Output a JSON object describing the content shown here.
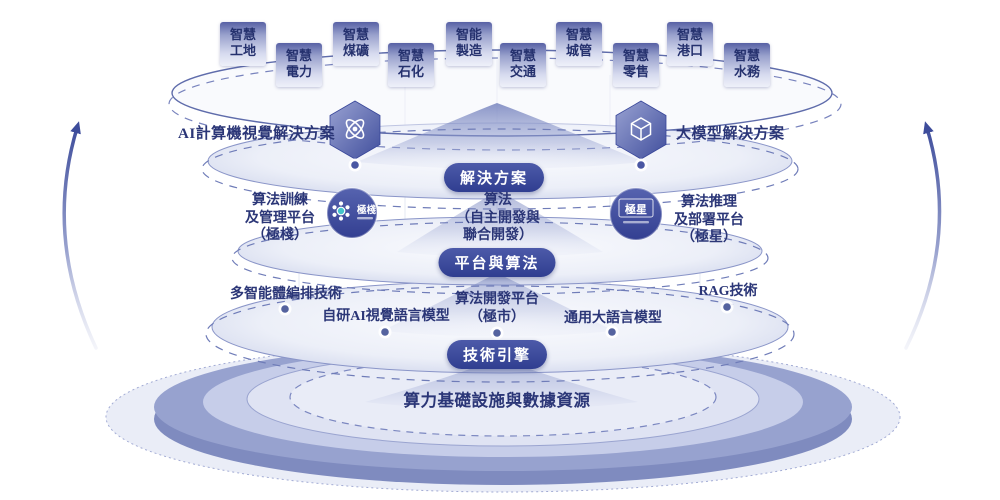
{
  "applications": {
    "items": [
      "智慧工地",
      "智慧電力",
      "智慧煤礦",
      "智慧石化",
      "智能製造",
      "智慧交通",
      "智慧城管",
      "智慧零售",
      "智慧港口",
      "智慧水務"
    ]
  },
  "solutions": {
    "pill": "解決方案",
    "left_label": "AI計算機視覺解決方案",
    "left_icon": "atom-icon",
    "right_label": "大模型解決方案",
    "right_icon": "cube-icon"
  },
  "platforms": {
    "pill": "平台與算法",
    "left": {
      "lines": [
        "算法訓練",
        "及管理平台",
        "（極棧）"
      ],
      "badge": "極棧"
    },
    "center": {
      "lines": [
        "算法",
        "（自主開發與",
        "聯合開發）"
      ]
    },
    "right": {
      "lines": [
        "算法推理",
        "及部署平台",
        "（極星）"
      ],
      "badge": "極星"
    }
  },
  "tech": {
    "pill": "技術引擎",
    "items": [
      {
        "label": "多智能體編排技術"
      },
      {
        "label": "自研AI視覺語言模型"
      },
      {
        "lines": [
          "算法開發平台",
          "（極市）"
        ]
      },
      {
        "label": "通用大語言模型"
      },
      {
        "label": "RAG技術"
      }
    ]
  },
  "foundation": {
    "label": "算力基礎設施與數據資源"
  },
  "colors": {
    "navy_text": "#2b3677",
    "pill_blue": "#35439a",
    "badge_blue": "#3f4da0",
    "accent_teal": "#45c4cb",
    "disc_blue": "#97a2cf"
  }
}
